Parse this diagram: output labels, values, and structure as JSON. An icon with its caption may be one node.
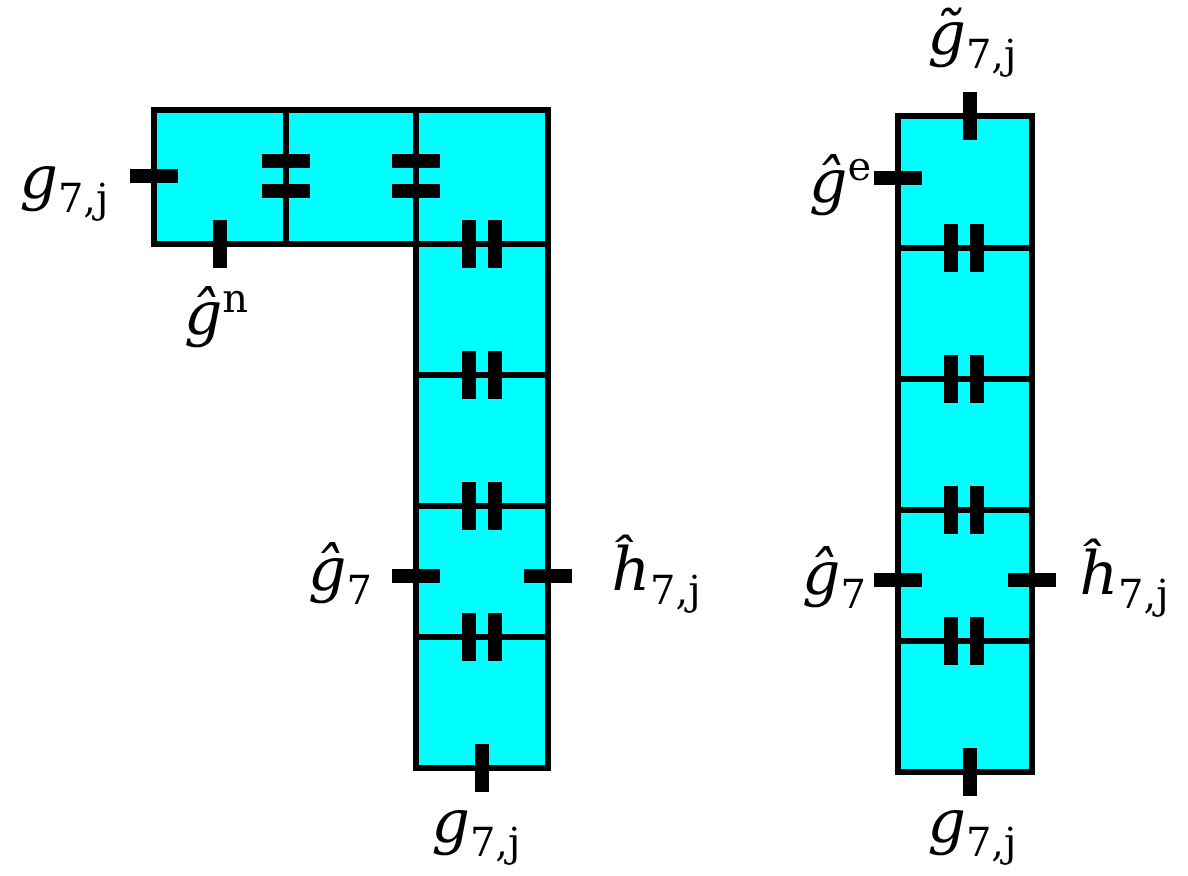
{
  "diagram": {
    "labels": [
      "g̃$_{7,j}$",
      "g$_{7,j}$",
      "ĝ$^{e}$",
      "ĝ$^{n}$",
      "ĝ$_{7}$",
      "ĥ$_{7,j}$",
      "ĝ$_{7}$",
      "ĥ$_{7,j}$",
      "g$_{7,j}$",
      "g$_{7,j}$"
    ]
  }
}
